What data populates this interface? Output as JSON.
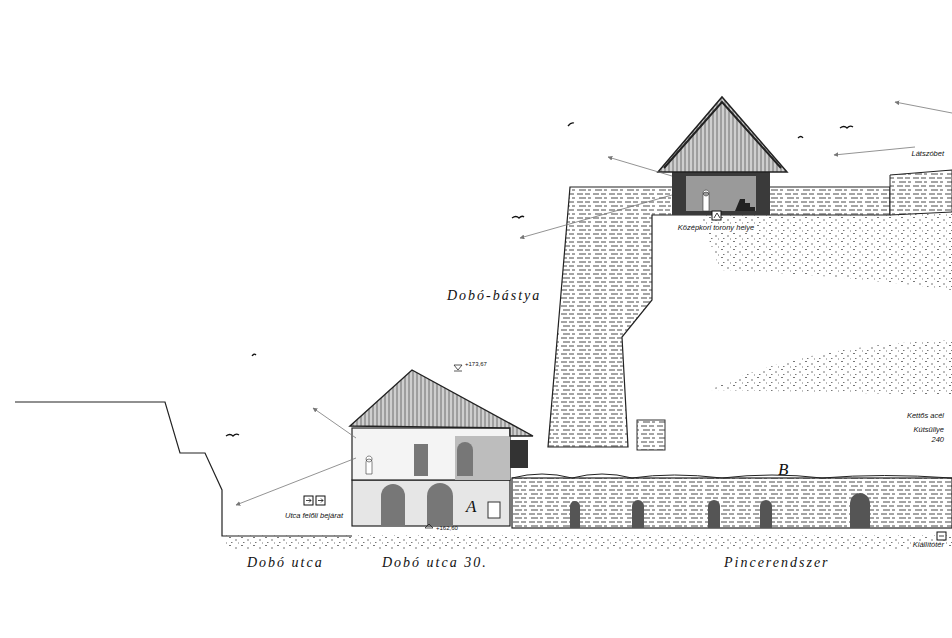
{
  "diagram": {
    "labels": [
      "Dobó-bástya",
      "Középkori torony helye",
      "Látszóbet",
      "+173,67",
      "Kettős acél",
      "Kútsüllye",
      "240",
      "A",
      "B",
      "Utca felőli bejárat",
      "+162,60",
      "Kiállítótér",
      "Dobó utca",
      "Dobó utca 30.",
      "Pincerendszer"
    ]
  }
}
